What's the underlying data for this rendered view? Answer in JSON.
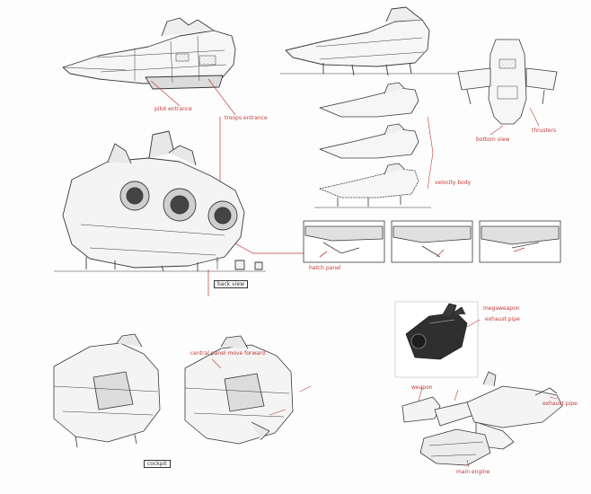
{
  "colors": {
    "ink": "#3a3a3a",
    "red": "#c23a3a",
    "tone": "#cfcfcf",
    "dark": "#2a2a2a"
  },
  "labels": {
    "pilot_entrance": "pilot entrance",
    "troops_entrance": "troops entrance",
    "back_view": "back view",
    "bottom_view": "bottom view",
    "thrusters": "thrusters",
    "velocity_body": "velocity body",
    "hatch_panel": "hatch panel",
    "cockpit": "cockpit",
    "central_panel": "central panel move forward",
    "megaweapon": "megaweapon",
    "exhaust_pipe": "exhaust pipe",
    "weapon": "weapon",
    "exhaust_pipe_2": "exhaust pipe",
    "main_engine": "main engine"
  }
}
